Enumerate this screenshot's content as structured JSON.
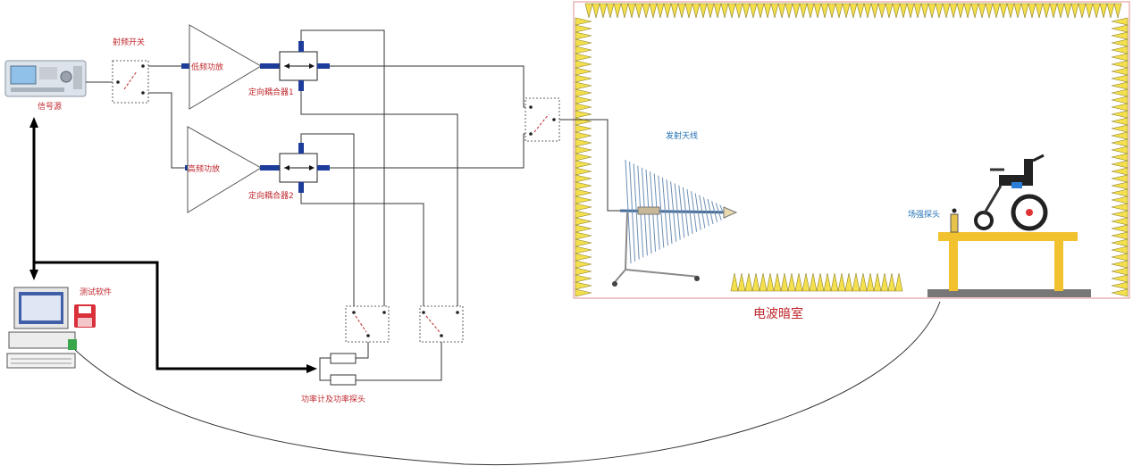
{
  "labels": {
    "rf_switch": "射频开关",
    "signal_source": "信号源",
    "lowband_amp": "低频功放",
    "highband_amp": "高频功放",
    "coupler1": "定向耦合器1",
    "coupler2": "定向耦合器2",
    "tx_antenna": "发射天线",
    "field_probe": "场强探头",
    "anechoic_chamber": "电波暗室",
    "test_software": "测试软件",
    "power_meter": "功率计及功率探头"
  },
  "colors": {
    "label_red": "#c0272d",
    "label_blue": "#1f6fb3",
    "connector_blue": "#1e3c9a",
    "absorber_yellow": "#f4e04d",
    "table_yellow": "#f2c12e"
  }
}
